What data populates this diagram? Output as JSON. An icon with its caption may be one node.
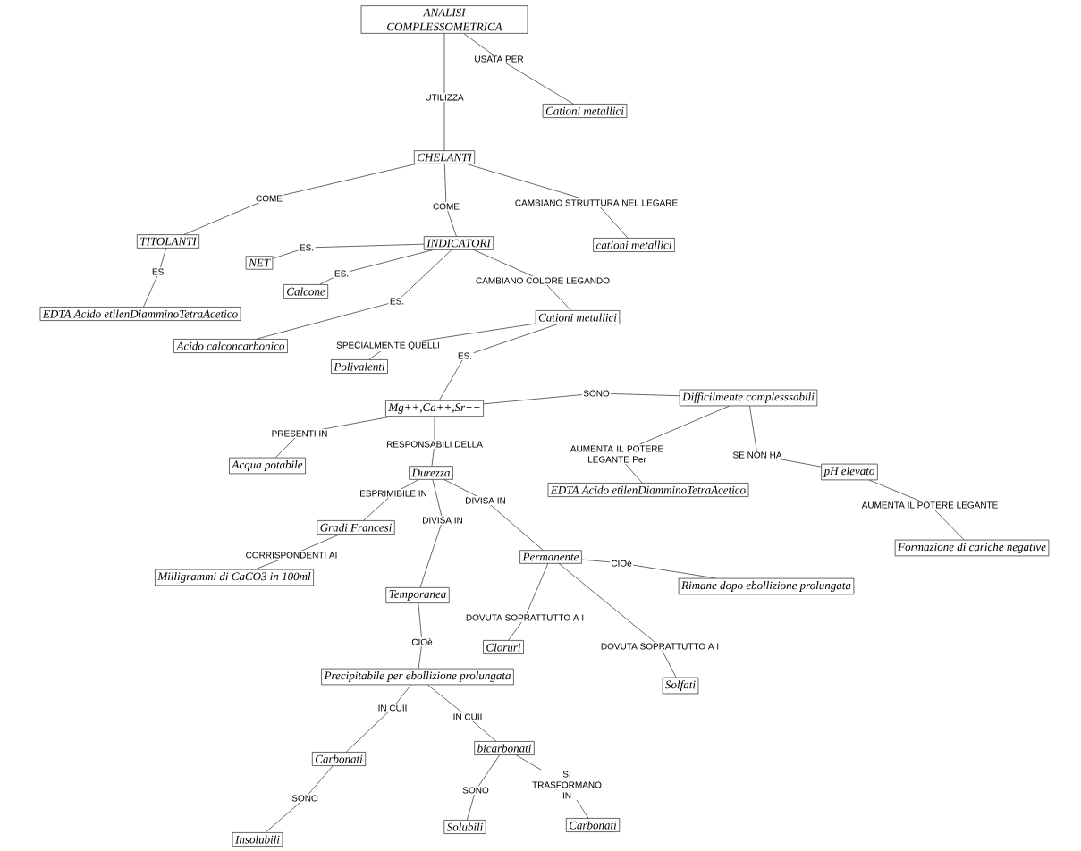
{
  "diagram": {
    "nodes": [
      {
        "text": [
          "ANALISI COMPLESSOMETRICA"
        ]
      },
      {
        "text": [
          "Cationi metallici"
        ]
      },
      {
        "text": [
          "CHELANTI"
        ]
      },
      {
        "text": [
          "TITOLANTI"
        ]
      },
      {
        "text": [
          "INDICATORI"
        ]
      },
      {
        "text": [
          "cationi metallici"
        ]
      },
      {
        "text": [
          "NET"
        ]
      },
      {
        "text": [
          "EDTA Acido etilenDiamminoTetraAcetico"
        ]
      },
      {
        "text": [
          "Calcone"
        ]
      },
      {
        "text": [
          "Cationi metallici"
        ]
      },
      {
        "text": [
          "Acido calconcarbonico"
        ]
      },
      {
        "text": [
          "Polivalenti"
        ]
      },
      {
        "text": [
          "Mg++,Ca++,Sr++"
        ]
      },
      {
        "text": [
          "Difficilmente complesssabili"
        ]
      },
      {
        "text": [
          "Acqua potabile"
        ]
      },
      {
        "text": [
          "Durezza"
        ]
      },
      {
        "text": [
          "EDTA Acido etilenDiamminoTetraAcetico"
        ]
      },
      {
        "text": [
          "pH elevato"
        ]
      },
      {
        "text": [
          "Gradi Francesi"
        ]
      },
      {
        "text": [
          "Formazione di cariche negative"
        ]
      },
      {
        "text": [
          "Permanente"
        ]
      },
      {
        "text": [
          "Milligrammi di CaCO3 in 100ml"
        ]
      },
      {
        "text": [
          "Rimane dopo ebollizione prolungata"
        ]
      },
      {
        "text": [
          "Temporanea"
        ]
      },
      {
        "text": [
          "Cloruri"
        ]
      },
      {
        "text": [
          "Solfati"
        ]
      },
      {
        "text": [
          "Precipitabile per ebollizione prolungata"
        ]
      },
      {
        "text": [
          "Carbonati"
        ]
      },
      {
        "text": [
          "bicarbonati"
        ]
      },
      {
        "text": [
          "Insolubili"
        ]
      },
      {
        "text": [
          "Solubili"
        ]
      },
      {
        "text": [
          "Carbonati"
        ]
      }
    ],
    "edges": [
      {
        "from": 0,
        "to": 2,
        "arrow": "none",
        "label": "UTILIZZA"
      },
      {
        "from": 0,
        "to": 1,
        "arrow": "none",
        "label": "USATA PER"
      },
      {
        "from": 2,
        "to": 3,
        "arrow": "none",
        "label": "COME"
      },
      {
        "from": 2,
        "to": 4,
        "arrow": "none",
        "label": "COME"
      },
      {
        "from": 2,
        "to": 5,
        "arrow": "none",
        "label": "CAMBIANO STRUTTURA NEL LEGARE"
      },
      {
        "from": 3,
        "to": 7,
        "arrow": "none",
        "label": "ES."
      },
      {
        "from": 4,
        "to": 6,
        "arrow": "none",
        "label": "ES."
      },
      {
        "from": 4,
        "to": 8,
        "arrow": "none",
        "label": "ES."
      },
      {
        "from": 4,
        "to": 10,
        "arrow": "none",
        "label": "ES."
      },
      {
        "from": 4,
        "to": 9,
        "arrow": "none",
        "label": "CAMBIANO COLORE LEGANDO"
      },
      {
        "from": 9,
        "to": 11,
        "arrow": "none",
        "label": "SPECIALMENTE QUELLI"
      },
      {
        "from": 9,
        "to": 12,
        "arrow": "none",
        "label": "ES."
      },
      {
        "from": 12,
        "to": 13,
        "arrow": "none",
        "label": "SONO"
      },
      {
        "from": 12,
        "to": 14,
        "arrow": "none",
        "label": "PRESENTI IN"
      },
      {
        "from": 12,
        "to": 15,
        "arrow": "none",
        "label": "RESPONSABILI DELLA"
      },
      {
        "from": 13,
        "to": 16,
        "arrow": "none",
        "label": "AUMENTA IL POTERE LEGANTE Per"
      },
      {
        "from": 13,
        "to": 17,
        "arrow": "none",
        "label": "SE NON HA"
      },
      {
        "from": 17,
        "to": 19,
        "arrow": "none",
        "label": "AUMENTA IL POTERE LEGANTE"
      },
      {
        "from": 15,
        "to": 18,
        "arrow": "none",
        "label": "ESPRIMIBILE IN"
      },
      {
        "from": 15,
        "to": 20,
        "arrow": "none",
        "label": "DIVISA IN"
      },
      {
        "from": 15,
        "to": 23,
        "arrow": "none",
        "label": "DIVISA IN"
      },
      {
        "from": 18,
        "to": 21,
        "arrow": "none",
        "label": "CORRISPONDENTI AI"
      },
      {
        "from": 20,
        "to": 22,
        "arrow": "none",
        "label": "CIOè"
      },
      {
        "from": 20,
        "to": 24,
        "arrow": "none",
        "label": "DOVUTA SOPRATTUTTO A I"
      },
      {
        "from": 20,
        "to": 25,
        "arrow": "none",
        "label": "DOVUTA SOPRATTUTTO A I"
      },
      {
        "from": 23,
        "to": 26,
        "arrow": "none",
        "label": "CIOè"
      },
      {
        "from": 26,
        "to": 27,
        "arrow": "none",
        "label": "IN CUII"
      },
      {
        "from": 26,
        "to": 28,
        "arrow": "none",
        "label": "IN CUII"
      },
      {
        "from": 27,
        "to": 29,
        "arrow": "none",
        "label": "SONO"
      },
      {
        "from": 28,
        "to": 30,
        "arrow": "none",
        "label": "SONO"
      },
      {
        "from": 28,
        "to": 31,
        "arrow": "none",
        "label": "SI TRASFORMANO IN"
      }
    ]
  }
}
